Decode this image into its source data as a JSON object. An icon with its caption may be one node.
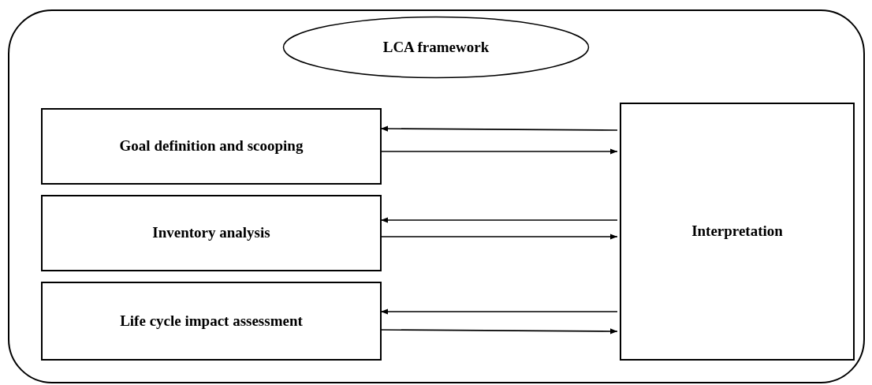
{
  "diagram": {
    "nodes": [
      {
        "text": [],
        "shape": "box"
      },
      {
        "text": [
          "LCA framework"
        ],
        "in": 0
      },
      {
        "text": [
          "Goal definition and scooping"
        ],
        "in": 0
      },
      {
        "text": [
          "Inventory analysis"
        ],
        "in": 0
      },
      {
        "text": [
          "Life cycle impact assessment"
        ],
        "in": 0
      },
      {
        "text": [
          "Interpretation"
        ],
        "in": 0
      }
    ],
    "edges": [
      {
        "from": 5,
        "to": 2,
        "arrow": "to"
      },
      {
        "from": 2,
        "to": 5,
        "arrow": "to"
      },
      {
        "from": 5,
        "to": 3,
        "arrow": "to"
      },
      {
        "from": 3,
        "to": 5,
        "arrow": "to"
      },
      {
        "from": 5,
        "to": 4,
        "arrow": "to"
      },
      {
        "from": 4,
        "to": 5,
        "arrow": "to"
      }
    ]
  }
}
